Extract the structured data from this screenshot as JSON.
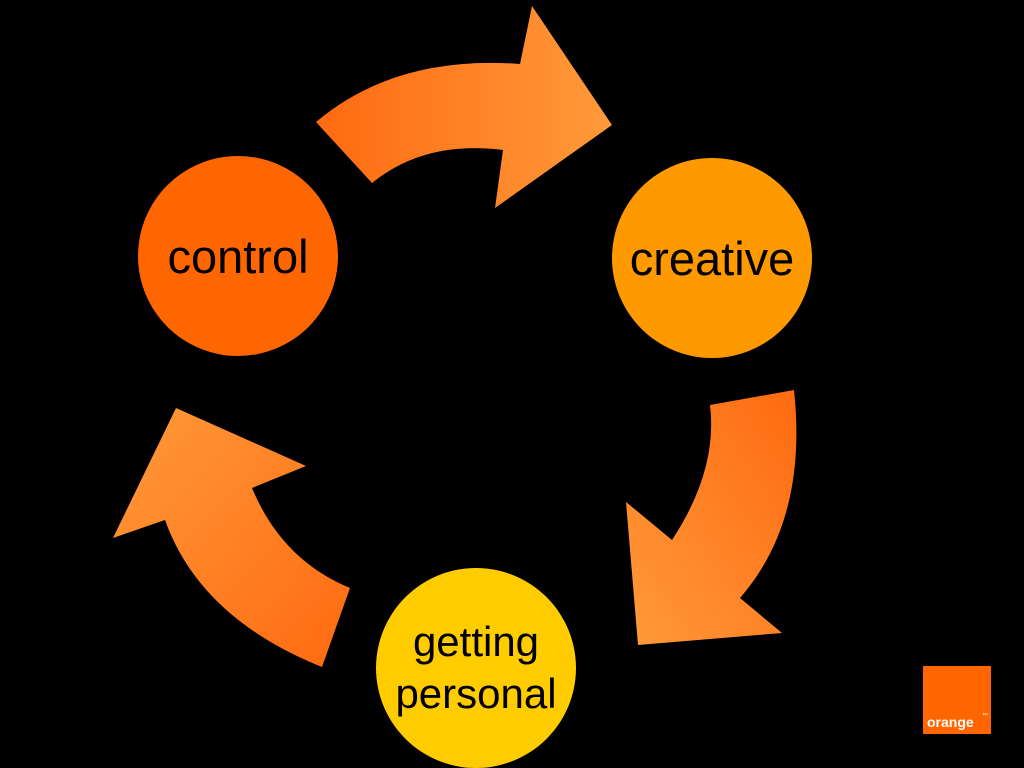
{
  "diagram": {
    "nodes": {
      "control": "control",
      "creative": "creative",
      "personal_line1": "getting",
      "personal_line2": "personal"
    }
  },
  "logo": {
    "text": "orange",
    "trademark": "™"
  },
  "colors": {
    "background": "#000000",
    "control": "#ff6600",
    "creative": "#ff9900",
    "personal": "#ffcc00",
    "arrow_dark": "#ff6a10",
    "arrow_light": "#ff9a3a",
    "logo": "#ff6600"
  }
}
